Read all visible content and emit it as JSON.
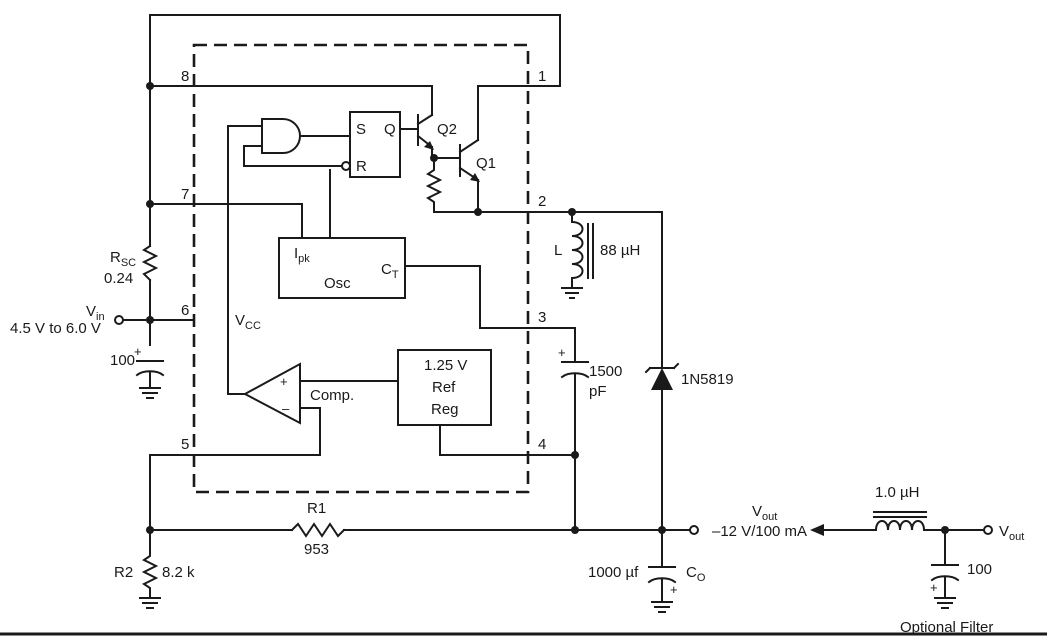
{
  "pins": [
    "8",
    "1",
    "7",
    "2",
    "6",
    "3",
    "5",
    "4"
  ],
  "ic": {
    "latch_s": "S",
    "latch_q": "Q",
    "latch_r": "R",
    "q2": "Q2",
    "q1": "Q1",
    "ipk_main": "I",
    "ipk_sub": "pk",
    "osc": "Osc",
    "ct_main": "C",
    "ct_sub": "T",
    "vcc_main": "V",
    "vcc_sub": "CC",
    "comp": "Comp.",
    "ref_line1": "1.25 V",
    "ref_line2": "Ref",
    "ref_line3": "Reg",
    "plus": "+",
    "minus": "–"
  },
  "parts": {
    "rsc_main": "R",
    "rsc_sub": "SC",
    "rsc_value": "0.24",
    "vin_main": "V",
    "vin_sub": "in",
    "vin_range": "4.5 V to 6.0 V",
    "cin_value": "100",
    "cin_plus": "+",
    "l_name": "L",
    "l_value": "88 µH",
    "ct_cap_plus": "+",
    "ct_cap_value1": "1500",
    "ct_cap_value2": "pF",
    "diode": "1N5819",
    "r1_name": "R1",
    "r1_value": "953",
    "r2_name": "R2",
    "r2_value": "8.2 k",
    "co_value": "1000 µf",
    "co_main": "C",
    "co_sub": "O",
    "co_plus": "+",
    "vout_main": "V",
    "vout_sub": "out",
    "vout_spec": "–12 V/100 mA",
    "filter_l": "1.0 µH",
    "filter_c": "100",
    "filter_plus": "+",
    "vout2_main": "V",
    "vout2_sub": "out",
    "filter_caption": "Optional Filter"
  }
}
